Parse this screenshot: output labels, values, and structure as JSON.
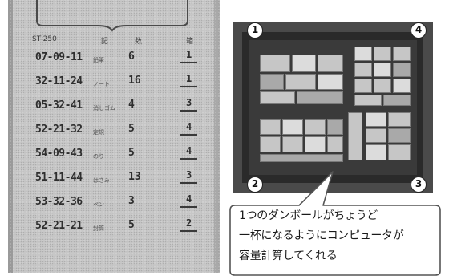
{
  "slip": {
    "header": {
      "left": "ST-250",
      "mid": "記",
      "right": "数",
      "far": "箱"
    },
    "rows": [
      {
        "code": "07-09-11",
        "note": "鉛筆",
        "qty": "6",
        "box": "1"
      },
      {
        "code": "32-11-24",
        "note": "ノート",
        "qty": "16",
        "box": "1"
      },
      {
        "code": "05-32-41",
        "note": "消しゴム",
        "qty": "4",
        "box": "3"
      },
      {
        "code": "52-21-32",
        "note": "定規",
        "qty": "5",
        "box": "4"
      },
      {
        "code": "54-09-43",
        "note": "のり",
        "qty": "5",
        "box": "4"
      },
      {
        "code": "51-11-44",
        "note": "はさみ",
        "qty": "13",
        "box": "3"
      },
      {
        "code": "53-32-36",
        "note": "ペン",
        "qty": "3",
        "box": "4"
      },
      {
        "code": "52-21-21",
        "note": "封筒",
        "qty": "5",
        "box": "2"
      }
    ]
  },
  "photo": {
    "corners": [
      "1",
      "4",
      "2",
      "3"
    ]
  },
  "callout": {
    "lines": [
      "1つのダンボールがちょうど",
      "一杯になるようにコンピュータが",
      "容量計算してくれる"
    ]
  }
}
